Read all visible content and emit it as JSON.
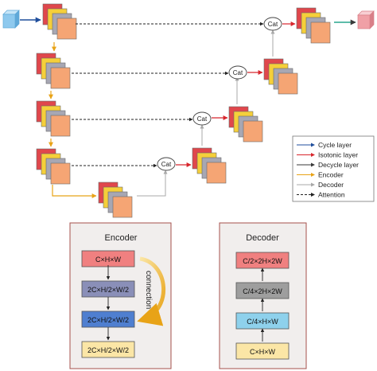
{
  "cat_label": "Cat",
  "legend": {
    "items": [
      {
        "label": "Cycle layer",
        "color": "#1f4e9c",
        "style": "solid"
      },
      {
        "label": "Isotonic layer",
        "color": "#d8262d",
        "style": "solid"
      },
      {
        "label": "Decycle layer",
        "color": "#3a3a3a",
        "style": "solid"
      },
      {
        "label": "Encoder",
        "color": "#e8a317",
        "style": "solid"
      },
      {
        "label": "Decoder",
        "color": "#a8a8a8",
        "style": "solid"
      },
      {
        "label": "Attention",
        "color": "#222222",
        "style": "dashed"
      }
    ]
  },
  "encoder_panel": {
    "title": "Encoder",
    "connection_label": "connection",
    "blocks": [
      {
        "label": "C×H×W",
        "fill": "#f08080"
      },
      {
        "label": "2C×H/2×W/2",
        "fill": "#8a8fb8"
      },
      {
        "label": "2C×H/2×W/2",
        "fill": "#4f7fd0"
      },
      {
        "label": "2C×H/2×W/2",
        "fill": "#fbe6a6"
      }
    ]
  },
  "decoder_panel": {
    "title": "Decoder",
    "blocks": [
      {
        "label": "C/2×2H×2W",
        "fill": "#f08080"
      },
      {
        "label": "C/4×2H×2W",
        "fill": "#9e9e9e"
      },
      {
        "label": "C/4×H×W",
        "fill": "#8ed1ec"
      },
      {
        "label": "C×H×W",
        "fill": "#fbe6a6"
      }
    ]
  },
  "colors": {
    "layer_red": "#e0474c",
    "layer_yellow": "#f5cf3a",
    "layer_gray": "#a7a7b3",
    "layer_orange": "#f5a574",
    "panel_bg": "#f1eeed",
    "panel_border": "#a6504c",
    "input_cube": "#8ec9ee",
    "output_cube": "#f0a0a6"
  }
}
